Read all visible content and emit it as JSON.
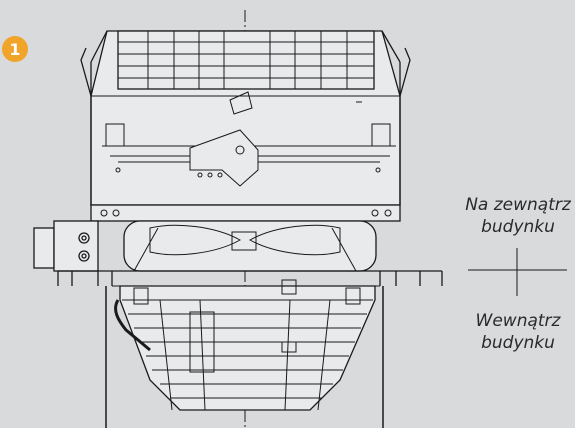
{
  "badge": {
    "text": "1",
    "color": "#f0a42a"
  },
  "labels": {
    "outside_line1": "Na zewnątrz",
    "outside_line2": "budynku",
    "inside_line1": "Wewnątrz",
    "inside_line2": "budynku"
  },
  "colors": {
    "background": "#d9dadb",
    "line": "#1a1a1a",
    "fill": "#e9eaeb"
  }
}
